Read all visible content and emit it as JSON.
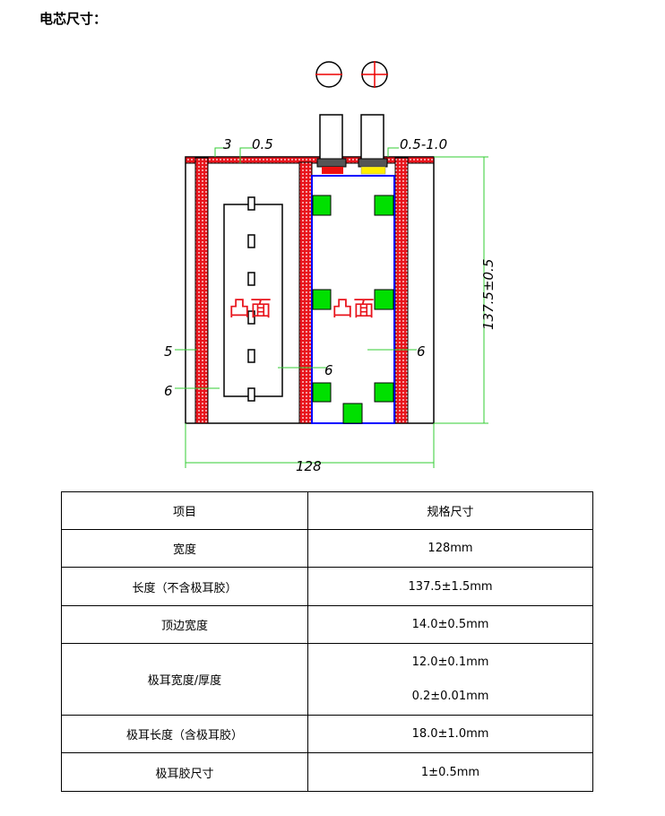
{
  "title": "电芯尺寸：",
  "diagram": {
    "dim_top_left": "3",
    "dim_top_mid": "0.5",
    "dim_top_right": "0.5-1.0",
    "dim_height": "137.5±0.5",
    "dim_width": "128",
    "dim_left_outer": "5",
    "dim_left_inner": "6",
    "dim_middle": "6",
    "dim_right": "6",
    "label_left": "凸面",
    "label_right": "凸面",
    "colors": {
      "red_tape": "#e8141c",
      "green_pad": "#00e000",
      "blue_cell": "#0000ff",
      "negative_tab": "#ee1010",
      "positive_tab": "#ffee00",
      "dim_line": "#33cc33"
    }
  },
  "table": {
    "headers": [
      "项目",
      "规格尺寸"
    ],
    "rows": [
      {
        "item": "宽度",
        "values": [
          "128mm"
        ]
      },
      {
        "item": "长度（不含极耳胶）",
        "values": [
          "137.5±1.5mm"
        ]
      },
      {
        "item": "顶边宽度",
        "values": [
          "14.0±0.5mm"
        ]
      },
      {
        "item": "极耳宽度/厚度",
        "values": [
          "12.0±0.1mm",
          "0.2±0.01mm"
        ]
      },
      {
        "item": "极耳长度（含极耳胶）",
        "values": [
          "18.0±1.0mm"
        ]
      },
      {
        "item": "极耳胶尺寸",
        "values": [
          "1±0.5mm"
        ]
      }
    ]
  }
}
